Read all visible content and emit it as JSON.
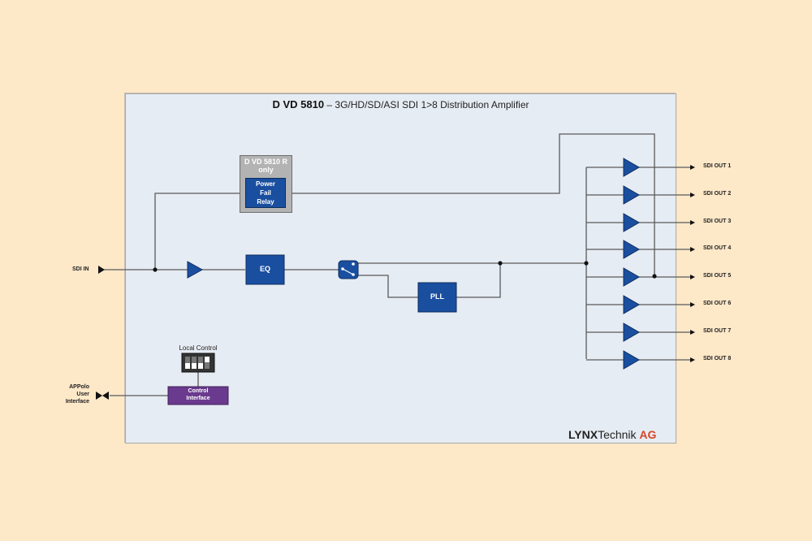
{
  "diagram": {
    "title_bold": "D VD 5810",
    "title_rest": " – 3G/HD/SD/ASI SDI 1>8 Distribution Amplifier",
    "input_label": "SDI IN",
    "blocks": {
      "relay_caption_line1": "D VD 5810 R",
      "relay_caption_line2": "only",
      "relay_line1": "Power",
      "relay_line2": "Fail",
      "relay_line3": "Relay",
      "eq": "EQ",
      "pll": "PLL",
      "control_line1": "Control",
      "control_line2": "Interface",
      "local_control": "Local Control"
    },
    "user_interface_lines": [
      "APPolo",
      "User",
      "Interface"
    ],
    "outputs": [
      "SDI OUT 1",
      "SDI OUT 2",
      "SDI OUT 3",
      "SDI OUT 4",
      "SDI OUT 5",
      "SDI OUT 6",
      "SDI OUT 7",
      "SDI OUT 8"
    ],
    "logo": {
      "part1": "LYNX",
      "part2": "Technik ",
      "part3": "AG"
    },
    "colors": {
      "background": "#fde8c8",
      "panel": "#e6ecf3",
      "block_blue": "#1a4fa0",
      "control_purple": "#6a3a8e",
      "relay_gray": "#b3b3b3",
      "wire": "#555555",
      "logo_accent": "#d5452a"
    }
  }
}
